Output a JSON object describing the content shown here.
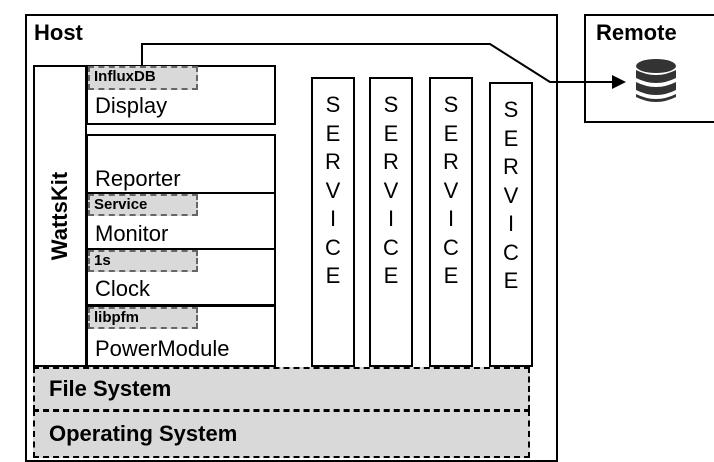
{
  "host": {
    "title": "Host"
  },
  "remote": {
    "title": "Remote",
    "icon": "database-icon"
  },
  "wattskit": {
    "label": "WattsKit"
  },
  "modules": [
    {
      "name": "Display",
      "tag": "InfluxDB"
    },
    {
      "name": "Reporter",
      "tag": ""
    },
    {
      "name": "Monitor",
      "tag": "Service"
    },
    {
      "name": "Clock",
      "tag": "1s"
    },
    {
      "name": "PowerModule",
      "tag": "libpfm"
    }
  ],
  "services": [
    [
      "S",
      "E",
      "R",
      "V",
      "I",
      "C",
      "E"
    ],
    [
      "S",
      "E",
      "R",
      "V",
      "I",
      "C",
      "E"
    ],
    [
      "S",
      "E",
      "R",
      "V",
      "I",
      "C",
      "E"
    ],
    [
      "S",
      "E",
      "R",
      "V",
      "I",
      "C",
      "E"
    ]
  ],
  "layers": {
    "file_system": "File System",
    "operating_system": "Operating System"
  },
  "colors": {
    "tag_fill": "#d9d9d9",
    "db_fill": "#333333",
    "line": "#000000"
  }
}
